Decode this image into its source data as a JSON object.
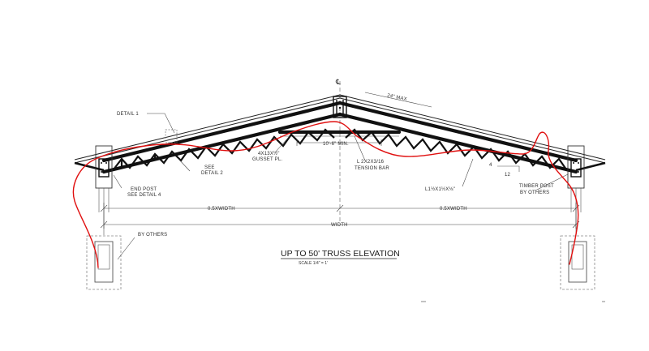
{
  "drawing": {
    "title": "UP TO 50' TRUSS ELEVATION",
    "scale": "SCALE  1/4\" = 1'",
    "centerline_mark": "℄",
    "labels": {
      "detail_1": "DETAIL 1",
      "see_detail_2_line1": "SEE",
      "see_detail_2_line2": "DETAIL 2",
      "gusset_line1": "4X13X½\"",
      "gusset_line2": "GUSSET PL.",
      "min_length": "10'-6\" MIN.",
      "tension_bar_line1": "L 2X2X3/16",
      "tension_bar_line2": "TENSION BAR",
      "spacing": "24\" MAX",
      "angle": "L1½X1½X⅛\"",
      "end_post_line1": "END POST",
      "end_post_line2": "SEE DETAIL 4",
      "timber_post_line1": "TIMBER POST",
      "timber_post_line2": "BY OTHERS",
      "by_others": "BY OTHERS",
      "half_width_left": "0.5XWIDTH",
      "half_width_right": "0.5XWIDTH",
      "width": "WIDTH",
      "slope_rise": "4",
      "slope_run": "12"
    }
  }
}
